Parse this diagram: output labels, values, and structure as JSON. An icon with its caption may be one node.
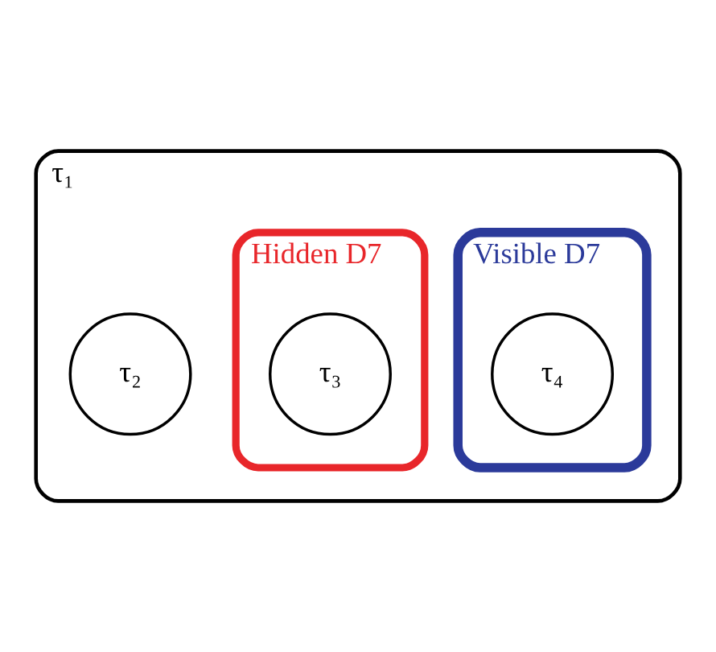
{
  "diagram": {
    "nodes": [
      {
        "text": [
          "τ₁"
        ]
      },
      {
        "text": [
          "τ₂"
        ],
        "in": 0
      },
      {
        "text": [
          "Visible D7"
        ],
        "in": 0
      },
      {
        "text": [
          "τ₄"
        ],
        "in": 2
      },
      {
        "text": [
          "Hidden D7"
        ],
        "in": 0
      },
      {
        "text": [
          "τ₃"
        ],
        "in": 4
      }
    ]
  }
}
